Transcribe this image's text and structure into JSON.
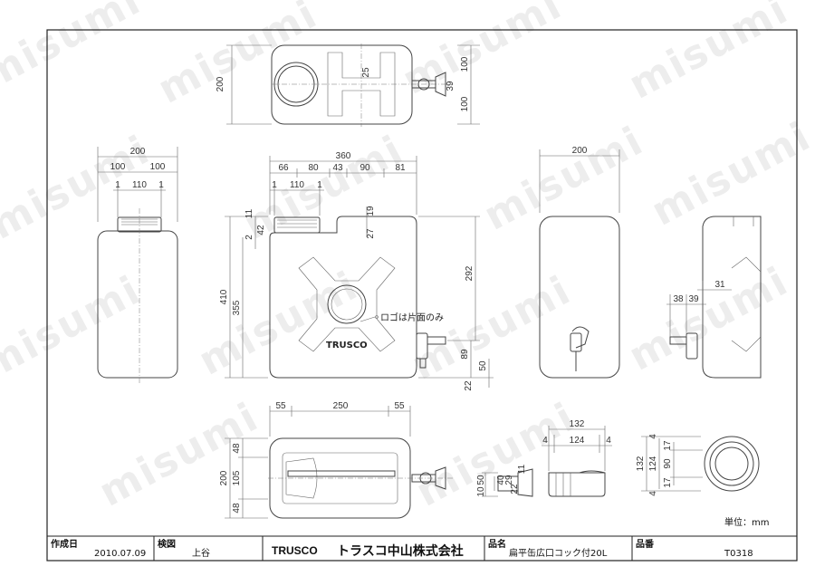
{
  "watermark": "misumi",
  "unit": "単位：mm",
  "logo_note": "ロゴは片面のみ",
  "logo_text": "TRUSCO",
  "views": {
    "top": {
      "h_total": "200",
      "d_25": "25",
      "d_100a": "100",
      "d_100b": "100",
      "d_39": "39"
    },
    "left": {
      "w_200": "200",
      "w_100a": "100",
      "w_100b": "100",
      "w_1a": "1",
      "w_110": "110",
      "w_1b": "1"
    },
    "front": {
      "w_360": "360",
      "w_66": "66",
      "w_80": "80",
      "w_43": "43",
      "w_90": "90",
      "w_81": "81",
      "w_1a": "1",
      "w_110": "110",
      "w_1b": "1",
      "h_410": "410",
      "h_355": "355",
      "h_11": "11",
      "h_2": "2",
      "h_42": "42",
      "h_19": "19",
      "h_27": "27",
      "h_292": "292",
      "h_89": "89",
      "h_50": "50",
      "h_22": "22"
    },
    "back": {
      "w_200": "200"
    },
    "side": {
      "d_31": "31",
      "d_38": "38",
      "d_39": "39"
    },
    "bottom": {
      "w_55a": "55",
      "w_250": "250",
      "w_55b": "55",
      "h_48a": "48",
      "h_105": "105",
      "h_200": "200",
      "h_48b": "48"
    },
    "cock": {
      "h_50": "50",
      "h_40": "40",
      "h_10": "10",
      "h_29": "29",
      "h_22": "22",
      "h_11": "11"
    },
    "cap_side": {
      "w_132": "132",
      "w_4a": "4",
      "w_124": "124",
      "w_4b": "4"
    },
    "cap_top": {
      "d_132": "132",
      "d_124": "124",
      "d_4a": "4",
      "d_17a": "17",
      "d_90": "90",
      "d_17b": "17",
      "d_4b": "4"
    }
  },
  "title_block": {
    "created_label": "作成日",
    "created_value": "2010.07.09",
    "checked_label": "検図",
    "checked_value": "上谷",
    "company_logo": "TRUSCO",
    "company_name": "トラスコ中山株式会社",
    "product_label": "品名",
    "product_value": "扁平缶広口コック付20L",
    "part_label": "品番",
    "part_value": "T0318"
  }
}
